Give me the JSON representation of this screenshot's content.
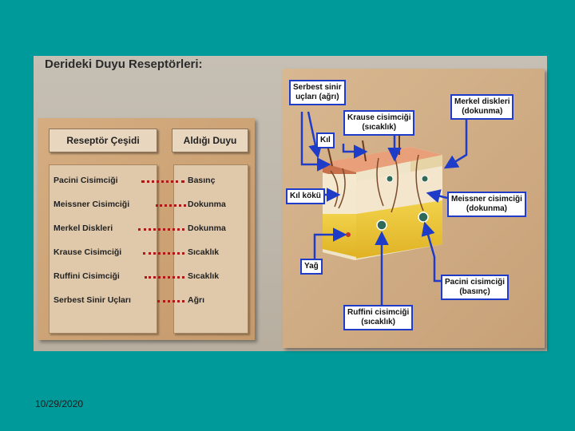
{
  "title": "Derideki Duyu Reseptörleri:",
  "table": {
    "header_left": "Reseptör Çeşidi",
    "header_right": "Aldığı Duyu",
    "rows": [
      {
        "receptor": "Pacini Cisimciği",
        "sense": "Basınç"
      },
      {
        "receptor": "Meissner Cisimciği",
        "sense": "Dokunma"
      },
      {
        "receptor": "Merkel Diskleri",
        "sense": "Dokunma"
      },
      {
        "receptor": "Krause Cisimciği",
        "sense": "Sıcaklık"
      },
      {
        "receptor": "Ruffini Cisimciği",
        "sense": "Sıcaklık"
      },
      {
        "receptor": "Serbest Sinir Uçları",
        "sense": "Ağrı"
      }
    ]
  },
  "diagram_labels": {
    "serbest_1": "Serbest sinir",
    "serbest_2": "uçları (ağrı)",
    "merkel_1": "Merkel diskleri",
    "merkel_2": "(dokunma)",
    "krause_1": "Krause cisimciği",
    "krause_2": "(sıcaklık)",
    "kil": "Kıl",
    "kil_koku": "Kıl kökü",
    "meissner_1": "Meissner cisimciği",
    "meissner_2": "(dokunma)",
    "yag": "Yağ",
    "pacini_1": "Pacini cisimciği",
    "pacini_2": "(basınç)",
    "ruffini_1": "Ruffini cisimciği",
    "ruffini_2": "(sıcaklık)"
  },
  "colors": {
    "background": "#009a9a",
    "arrow": "#1e3cc8",
    "connector": "#b01818"
  },
  "footer_date": "10/29/2020"
}
